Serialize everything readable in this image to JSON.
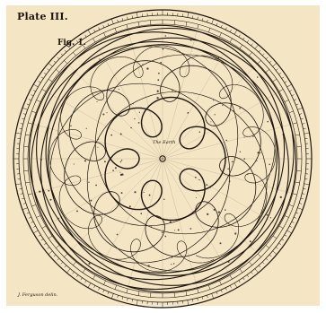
{
  "plate": {
    "plate_label": "Plate III.",
    "figure_label": "Fig. 1.",
    "center_label": "The Earth",
    "signature": "J. Ferguson delin.",
    "colors": {
      "paper": "#f4e6c4",
      "ink": "#1d140c",
      "faint_ink": "#5b4a35"
    }
  }
}
